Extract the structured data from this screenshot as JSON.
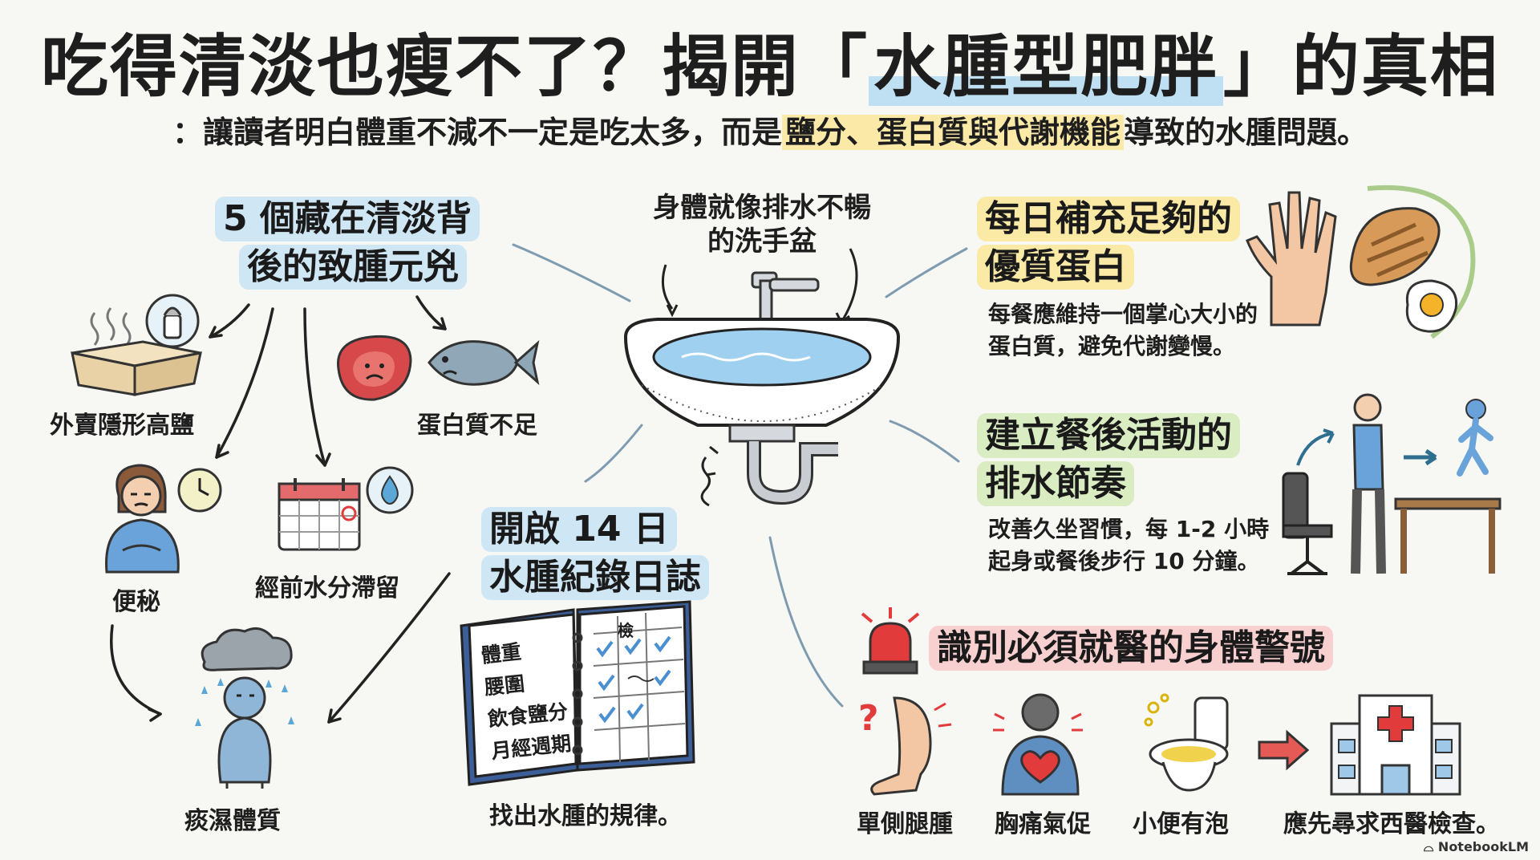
{
  "title": {
    "before": "吃得清淡也瘦不了？揭開「",
    "highlight": "水腫型肥胖",
    "after": "」的真相"
  },
  "subtitle": {
    "before": "：讓讀者明白體重不減不一定是吃太多，而是",
    "highlight": "鹽分、蛋白質與代謝機能",
    "after": "導致的水腫問題。"
  },
  "center_note": {
    "line1": "身體就像排水不暢",
    "line2": "的洗手盆"
  },
  "culprits": {
    "header": {
      "line1": "5 個藏在清淡背",
      "line2": "後的致腫元兇"
    },
    "items": [
      {
        "label": "外賣隱形高鹽"
      },
      {
        "label": "蛋白質不足"
      },
      {
        "label": "便秘"
      },
      {
        "label": "經前水分滯留"
      },
      {
        "label": "痰濕體質"
      }
    ]
  },
  "diary": {
    "header": {
      "line1": "開啟 14 日",
      "line2": "水腫紀錄日誌"
    },
    "rows": [
      "體重",
      "腰圍",
      "飲食鹽分",
      "月經週期"
    ],
    "col_head": "檢",
    "caption": "找出水腫的規律。"
  },
  "protein": {
    "header": {
      "line1": "每日補充足夠的",
      "line2": "優質蛋白"
    },
    "desc": {
      "line1": "每餐應維持一個掌心大小的",
      "line2": "蛋白質，避免代謝變慢。"
    }
  },
  "activity": {
    "header": {
      "line1": "建立餐後活動的",
      "line2": "排水節奏"
    },
    "desc": {
      "line1": "改善久坐習慣，每 1-2 小時",
      "line2": "起身或餐後步行 10 分鐘。"
    }
  },
  "warning": {
    "header": "識別必須就醫的身體警號",
    "items": [
      {
        "label": "單側腿腫"
      },
      {
        "label": "胸痛氣促"
      },
      {
        "label": "小便有泡"
      },
      {
        "label": "應先尋求西醫檢查。"
      }
    ]
  },
  "credit": "NotebookLM",
  "colors": {
    "blue": "#cfe6f4",
    "yellow": "#fbeaa5",
    "green": "#d9ecc2",
    "pink": "#f7d0cf",
    "water": "#5aa7d8",
    "alarm": "#e23b3b"
  }
}
